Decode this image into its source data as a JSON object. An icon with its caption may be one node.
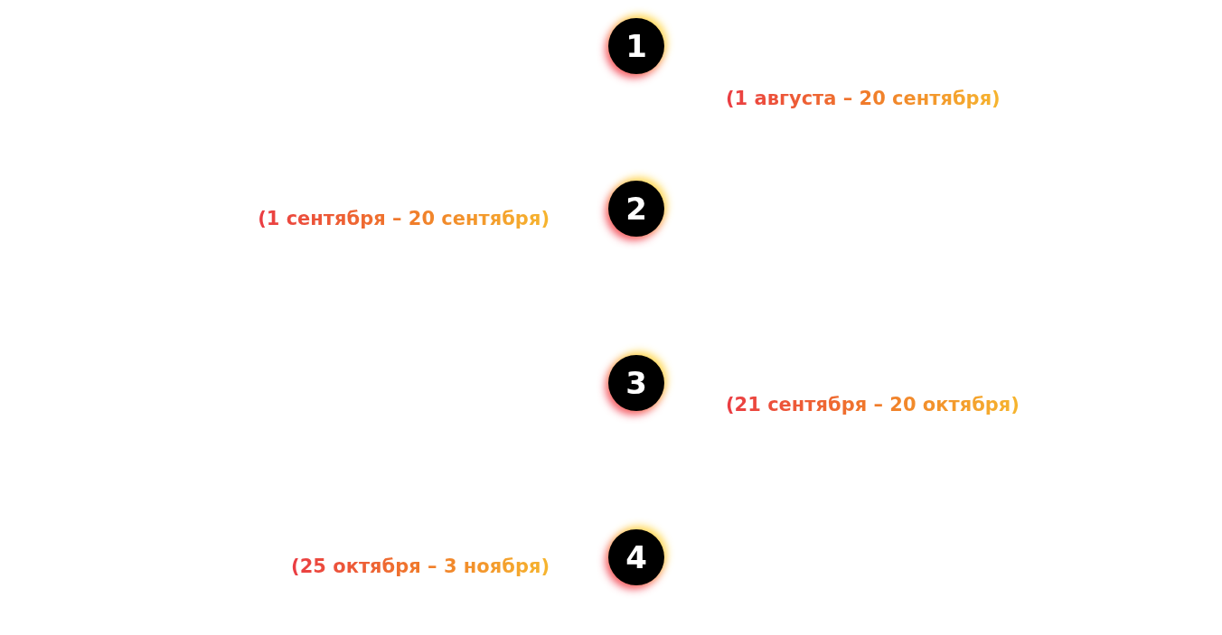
{
  "diagram": {
    "nodes": [
      {
        "text": [
          "1"
        ],
        "beside": [
          "(1 августа – 20 сентября)"
        ]
      },
      {
        "text": [
          "2"
        ],
        "beside": [
          "(1 сентября – 20 сентября)"
        ]
      },
      {
        "text": [
          "3"
        ],
        "beside": [
          "(21 сентября – 20 октября)"
        ]
      },
      {
        "text": [
          "4"
        ],
        "beside": [
          "(25 октября – 3 ноября)"
        ]
      }
    ]
  }
}
